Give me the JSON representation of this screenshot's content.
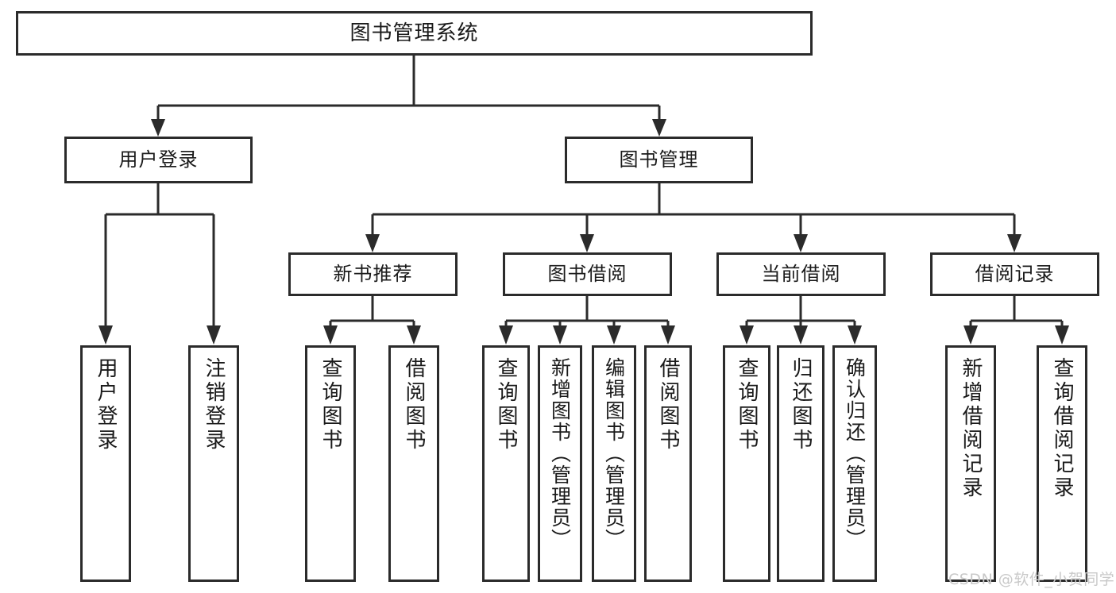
{
  "diagram": {
    "type": "tree-hierarchy-chart",
    "title": "图书管理系统",
    "root": {
      "label": "图书管理系统"
    },
    "level1": [
      {
        "label": "用户登录"
      },
      {
        "label": "图书管理"
      }
    ],
    "level2": [
      {
        "label": "新书推荐"
      },
      {
        "label": "图书借阅"
      },
      {
        "label": "当前借阅"
      },
      {
        "label": "借阅记录"
      }
    ],
    "leaves": {
      "user_login": [
        {
          "label": "用户登录"
        },
        {
          "label": "注销登录"
        }
      ],
      "new_book_recommend": [
        {
          "label": "查询图书"
        },
        {
          "label": "借阅图书"
        }
      ],
      "book_borrow": [
        {
          "label": "查询图书"
        },
        {
          "label": "新增图书（管理员）"
        },
        {
          "label": "编辑图书（管理员）"
        },
        {
          "label": "借阅图书"
        }
      ],
      "current_borrow": [
        {
          "label": "查询图书"
        },
        {
          "label": "归还图书"
        },
        {
          "label": "确认归还（管理员）"
        }
      ],
      "borrow_record": [
        {
          "label": "新增借阅记录"
        },
        {
          "label": "查询借阅记录"
        }
      ]
    }
  },
  "watermark": {
    "text": "CSDN @软件_小贺同学"
  },
  "colors": {
    "stroke": "#2b2b2b",
    "background": "#ffffff",
    "text": "#1a1a1a",
    "watermark": "#c9c9c9"
  }
}
